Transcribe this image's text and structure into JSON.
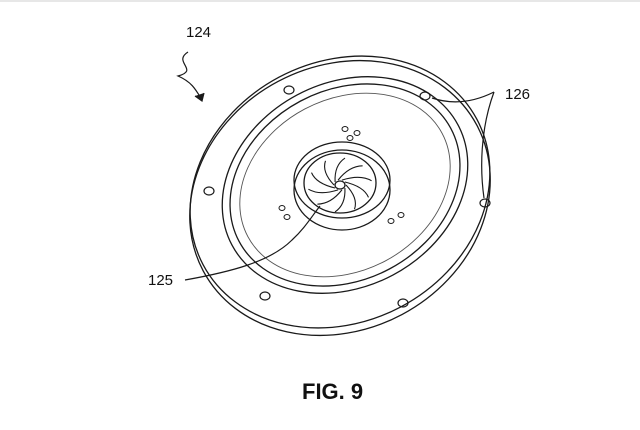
{
  "figure": {
    "caption": "FIG. 9",
    "refs": {
      "assembly": "124",
      "center_fan": "125",
      "mounting_holes": "126"
    }
  }
}
